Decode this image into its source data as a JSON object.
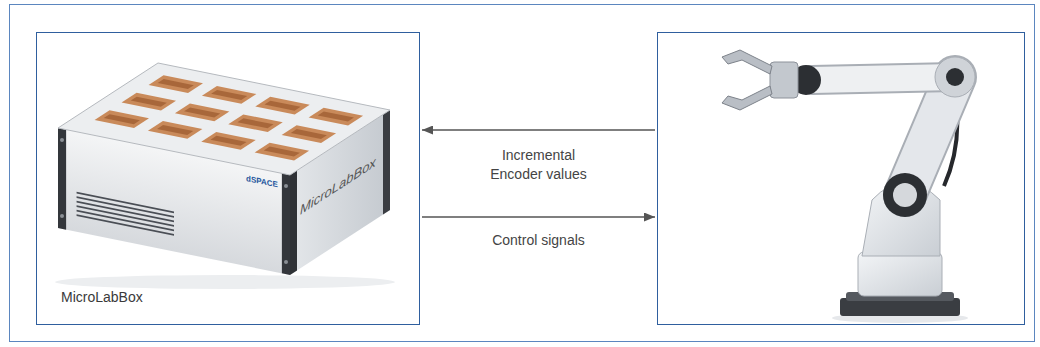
{
  "diagram": {
    "nodes": [
      {
        "text": [
          "MicroLabBox"
        ]
      },
      {
        "text": []
      }
    ],
    "edges": [
      {
        "from": 1,
        "to": 0,
        "arrow": "to",
        "label": "Incremental Encoder values"
      },
      {
        "from": 0,
        "to": 1,
        "arrow": "to",
        "label": "Control signals"
      }
    ],
    "labels": [
      "MicroLabBox",
      "dSPACE"
    ]
  }
}
